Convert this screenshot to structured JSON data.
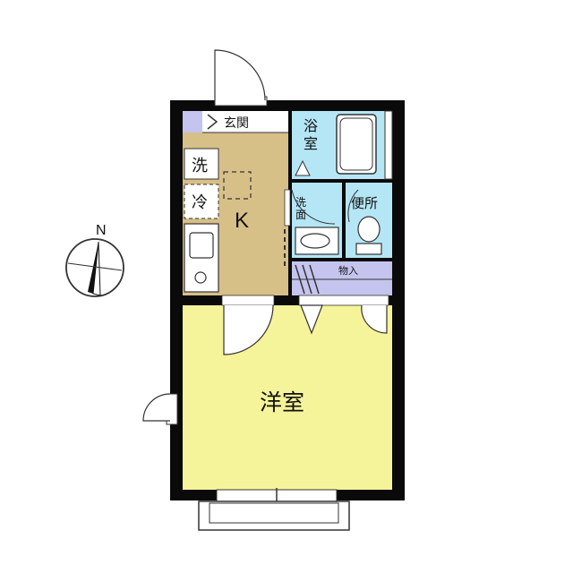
{
  "rooms": {
    "entrance": "玄関",
    "bath": "浴室",
    "washer": "洗",
    "fridge": "冷",
    "kitchen": "K",
    "washbasin": "洗面",
    "toilet": "便所",
    "storage": "物入",
    "western_room": "洋室"
  },
  "compass": {
    "north_label": "N"
  },
  "colors": {
    "kitchen_floor": "#d7bf88",
    "western_room_floor": "#f6f49a",
    "wet_area_floor": "#b5e6f6",
    "storage_floor": "#c4c4ee",
    "wall": "#0a0a0a"
  }
}
